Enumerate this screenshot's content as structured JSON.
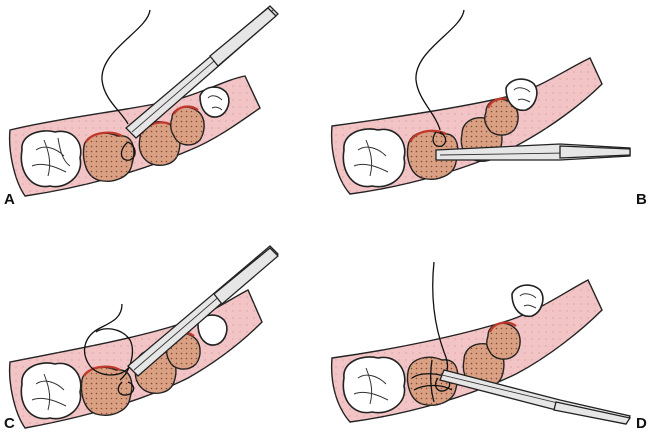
{
  "panels": [
    {
      "key": "A",
      "label": "A"
    },
    {
      "key": "B",
      "label": "B"
    },
    {
      "key": "C",
      "label": "C"
    },
    {
      "key": "D",
      "label": "D"
    }
  ],
  "colors": {
    "gingiva": "#f2c4c6",
    "prepared_tooth": "#d9a084",
    "margin": "#c0392b",
    "instrument": "#e6e6e6"
  }
}
